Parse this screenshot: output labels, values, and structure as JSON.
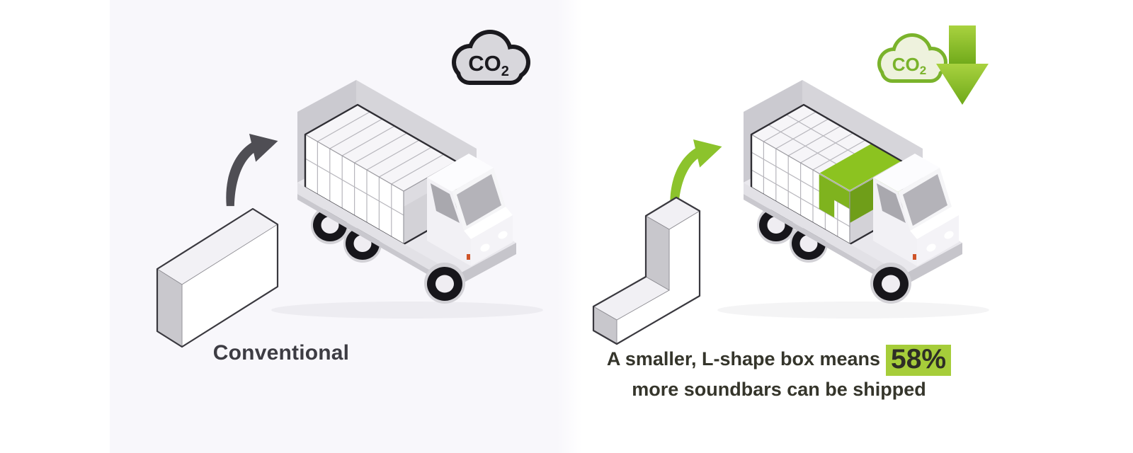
{
  "left_panel": {
    "caption": "Conventional",
    "co2_icon": {
      "label_main": "CO",
      "label_sub": "2"
    },
    "colors": {
      "background": "#f8f7fb",
      "caption": "#3d3c43",
      "cloud_outline": "#1a191e",
      "cloud_fill": "#d8d7dc",
      "arrow": "#4f4e54"
    }
  },
  "right_panel": {
    "caption_line1_prefix": "A smaller, L-shape box means",
    "caption_highlight": "58%",
    "caption_line2": "more soundbars can be shipped",
    "co2_icon": {
      "label_main": "CO",
      "label_sub": "2"
    },
    "colors": {
      "background": "#eef2dd",
      "caption": "#35352b",
      "cloud_outline": "#7ab32b",
      "arrow": "#8cc32c",
      "down_arrow_top": "#a9d23f",
      "down_arrow_bottom": "#6fa91a",
      "green_box": "#8cc320",
      "highlight_bg": "#a6cd3a"
    }
  }
}
